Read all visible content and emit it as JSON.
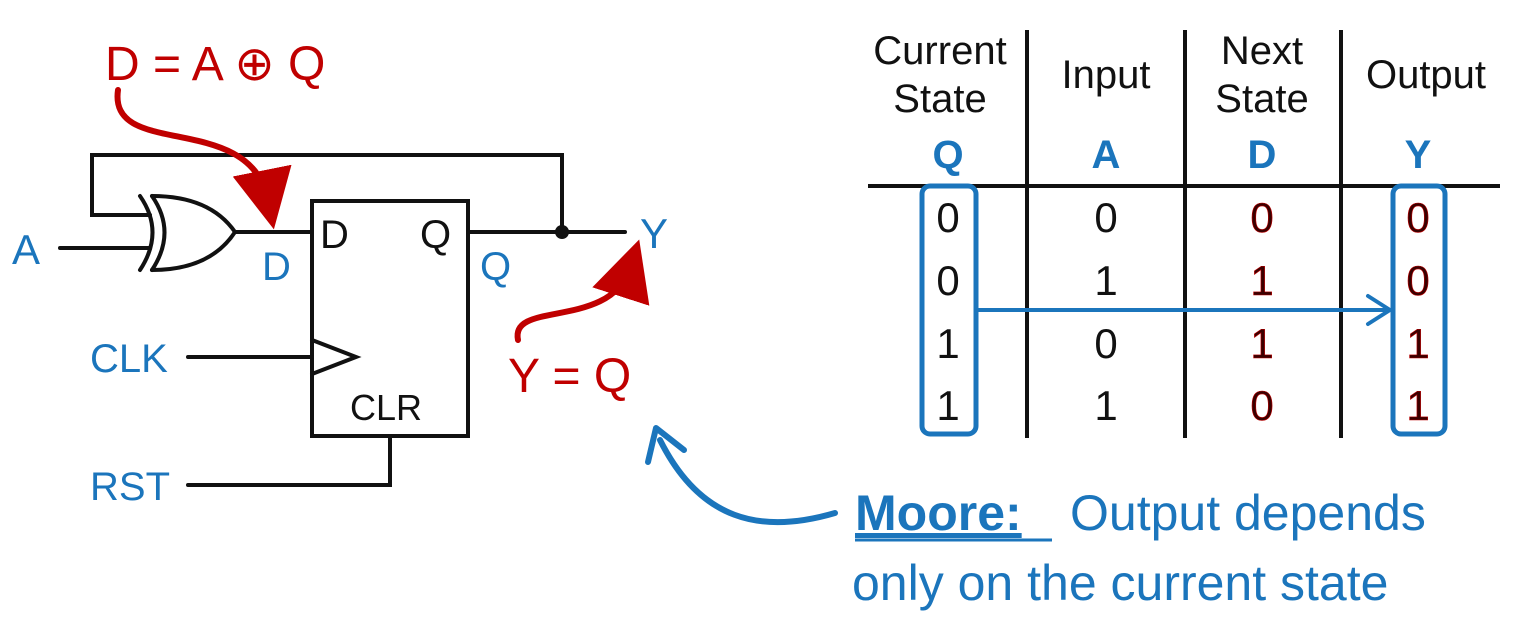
{
  "colors": {
    "blue": "#1b75bc",
    "red": "#c00000",
    "black": "#111111"
  },
  "circuit": {
    "input_a": "A",
    "d_label": "D",
    "ff_d": "D",
    "ff_q": "Q",
    "q_label": "Q",
    "output_y": "Y",
    "clk": "CLK",
    "clr": "CLR",
    "rst": "RST"
  },
  "equations": {
    "next_state": "D = A ⊕ Q",
    "output": "Y = Q"
  },
  "table": {
    "headers": [
      {
        "line1": "Current",
        "line2": "State",
        "sub": "Q"
      },
      {
        "line1": "Input",
        "line2": "",
        "sub": "A"
      },
      {
        "line1": "Next",
        "line2": "State",
        "sub": "D"
      },
      {
        "line1": "Output",
        "line2": "",
        "sub": "Y"
      }
    ],
    "rows": [
      [
        "0",
        "0",
        "0",
        "0"
      ],
      [
        "0",
        "1",
        "1",
        "0"
      ],
      [
        "1",
        "0",
        "1",
        "1"
      ],
      [
        "1",
        "1",
        "0",
        "1"
      ]
    ]
  },
  "callout": {
    "term": "Moore:",
    "line1": "Output depends",
    "line2": "only on the current state"
  }
}
